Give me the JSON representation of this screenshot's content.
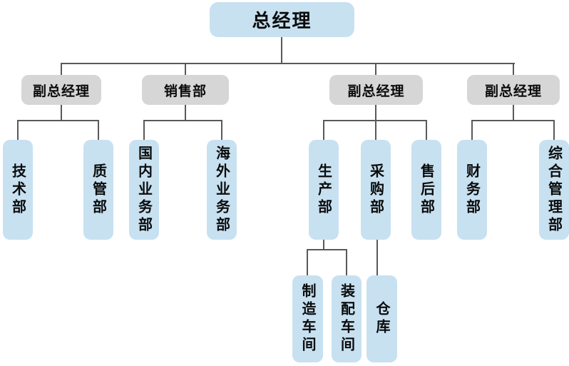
{
  "palette": {
    "node_fill_blue": "#c7e1f1",
    "node_fill_gray": "#d6d6d6",
    "connector_line": "#595959",
    "text": "#0b0b0b",
    "background": "#ffffff"
  },
  "nodes": {
    "gm": {
      "label": "总经理"
    },
    "vgm1": {
      "label": "副总经理"
    },
    "sales": {
      "label": "销售部"
    },
    "vgm2": {
      "label": "副总经理"
    },
    "vgm3": {
      "label": "副总经理"
    },
    "tech": {
      "label": "技术部"
    },
    "quality": {
      "label": "质管部"
    },
    "domestic": {
      "label": "国内业务部"
    },
    "overseas": {
      "label": "海外业务部"
    },
    "production": {
      "label": "生产部"
    },
    "purchasing": {
      "label": "采购部"
    },
    "aftersales": {
      "label": "售后部"
    },
    "finance": {
      "label": "财务部"
    },
    "general_admin": {
      "label": "综合管理部"
    },
    "mfg_workshop": {
      "label": "制造车间"
    },
    "assembly_workshop": {
      "label": "装配车间"
    },
    "warehouse": {
      "label": "仓库"
    }
  },
  "chart_data": {
    "type": "org-chart",
    "root": "总经理",
    "hierarchy": [
      {
        "label": "副总经理",
        "children": [
          "技术部",
          "质管部"
        ]
      },
      {
        "label": "销售部",
        "children": [
          "国内业务部",
          "海外业务部"
        ]
      },
      {
        "label": "副总经理",
        "children": [
          {
            "label": "生产部",
            "children": [
              "制造车间",
              "装配车间"
            ]
          },
          {
            "label": "采购部",
            "children": [
              "仓库"
            ]
          },
          {
            "label": "售后部",
            "children": []
          }
        ]
      },
      {
        "label": "副总经理",
        "children": [
          "财务部",
          "综合管理部"
        ]
      }
    ]
  }
}
